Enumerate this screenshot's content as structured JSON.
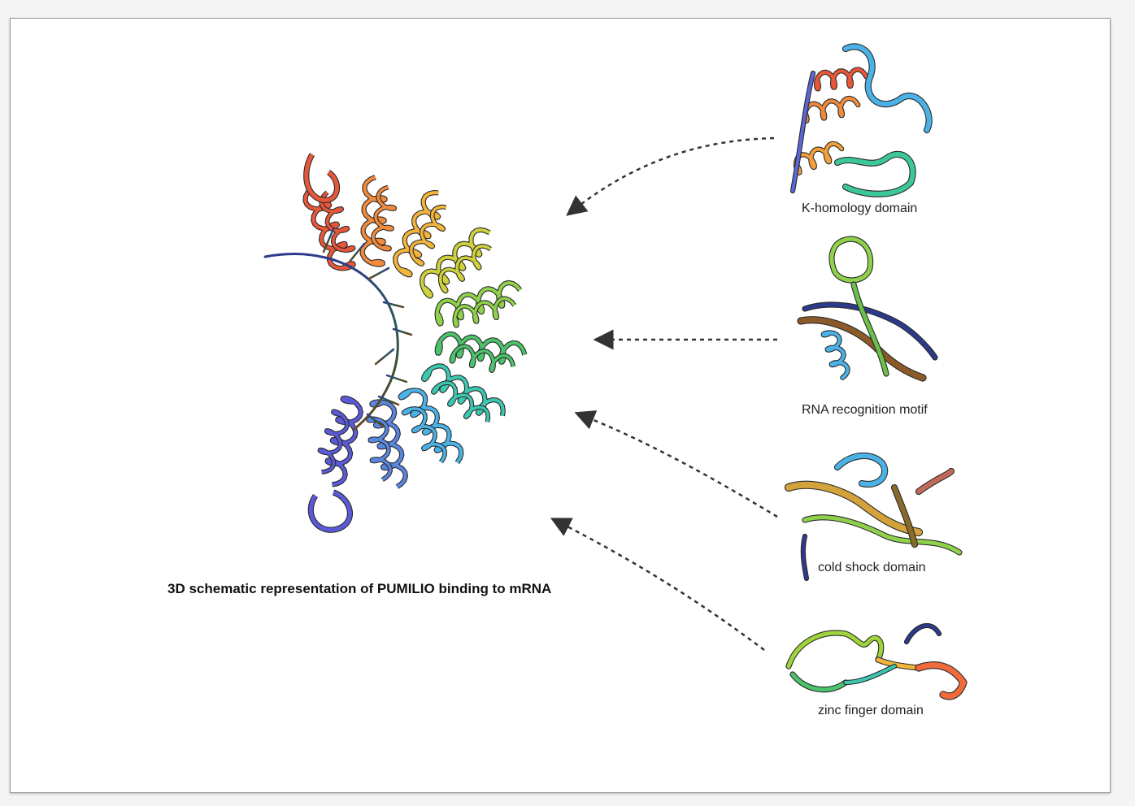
{
  "main_caption": "3D schematic representation of PUMILIO binding to mRNA",
  "domains": [
    {
      "label": "K-homology domain"
    },
    {
      "label": "RNA recognition motif"
    },
    {
      "label": "cold shock domain"
    },
    {
      "label": "zinc finger domain"
    }
  ],
  "colors": {
    "arrow": "#333333",
    "helix_gradient": [
      "#e8573a",
      "#f08a3c",
      "#f2b43a",
      "#cfd23a",
      "#8fd14a",
      "#4cc36a",
      "#3cc7b0",
      "#4ab2e6",
      "#5a86e0",
      "#5a5ad8"
    ],
    "rna_gradient": [
      "#2d3a8c",
      "#2e5a5a",
      "#3e4a2a",
      "#6a4a2a"
    ]
  }
}
